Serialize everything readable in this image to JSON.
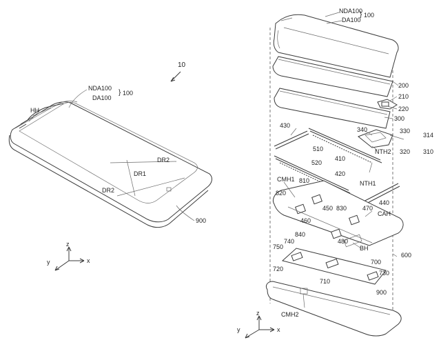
{
  "figure_ref": "10",
  "phone_labels": {
    "nda": "NDA100",
    "da": "DA100",
    "group": "100",
    "hh": "HH",
    "dr1": "DR1",
    "dr2_top": "DR2",
    "dr2_bottom": "DR2",
    "housing": "900"
  },
  "axes_left": {
    "z": "z",
    "y": "y",
    "x": "x"
  },
  "axes_right": {
    "z": "z",
    "y": "y",
    "x": "x"
  },
  "exploded_labels": {
    "nda": "NDA100",
    "da": "DA100",
    "group": "100",
    "l200": "200",
    "l210": "210",
    "l220": "220",
    "l300": "300",
    "l340": "340",
    "l330": "330",
    "l314": "314",
    "l320": "320",
    "l310": "310",
    "nth2": "NTH2",
    "l430": "430",
    "l510": "510",
    "l410": "410",
    "l520": "520",
    "l420": "420",
    "nth1": "NTH1",
    "cmh1": "CMH1",
    "l810": "810",
    "l820": "820",
    "l450": "450",
    "l830": "830",
    "l470": "470",
    "l440": "440",
    "cah": "CAH",
    "l460": "460",
    "l840": "840",
    "l480": "480",
    "bh": "BH",
    "l600": "600",
    "l740": "740",
    "l750": "750",
    "l700": "700",
    "l720": "720",
    "l710": "710",
    "l730": "730",
    "l900": "900",
    "cmh2": "CMH2"
  }
}
